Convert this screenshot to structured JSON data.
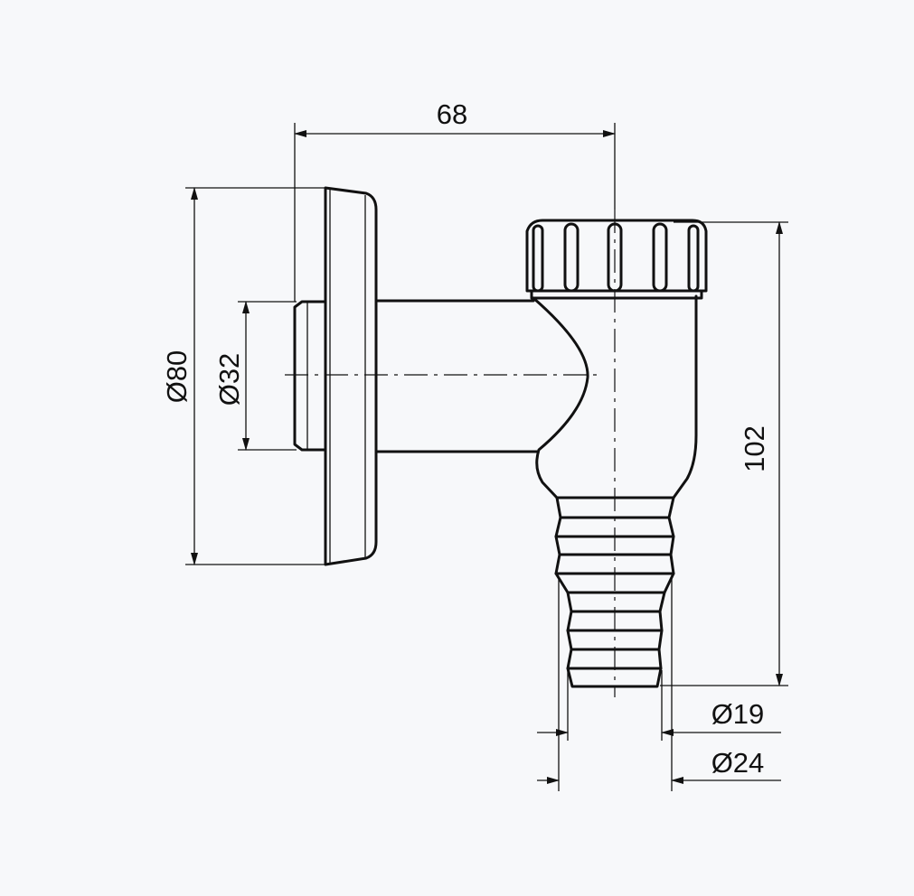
{
  "colors": {
    "background": "#f7f8fa",
    "line": "#111111"
  },
  "dimensions": {
    "depth": "68",
    "flange_diameter": "Ø80",
    "inlet_diameter": "Ø32",
    "height": "102",
    "hose_inner_diameter": "Ø19",
    "hose_outer_diameter": "Ø24"
  }
}
